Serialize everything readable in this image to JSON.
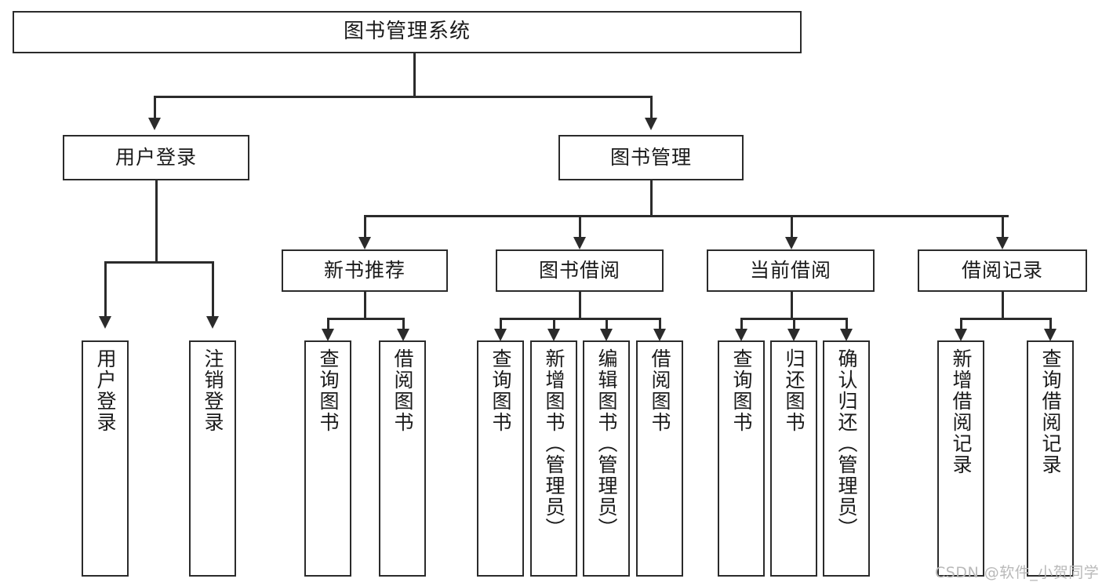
{
  "diagram": {
    "type": "tree-hierarchy-flowchart",
    "title": "图书管理系统",
    "root": {
      "id": "root",
      "label": "图书管理系统"
    },
    "level2": [
      {
        "id": "user-login",
        "label": "用户登录"
      },
      {
        "id": "book-management",
        "label": "图书管理"
      }
    ],
    "level3": [
      {
        "id": "new-book-recommend",
        "label": "新书推荐",
        "parent": "book-management"
      },
      {
        "id": "book-borrow",
        "label": "图书借阅",
        "parent": "book-management"
      },
      {
        "id": "current-borrow",
        "label": "当前借阅",
        "parent": "book-management"
      },
      {
        "id": "borrow-record",
        "label": "借阅记录",
        "parent": "book-management"
      }
    ],
    "leaves": {
      "user_login": [
        {
          "id": "leaf-user-login",
          "label": "用户登录"
        },
        {
          "id": "leaf-logout",
          "label": "注销登录"
        }
      ],
      "new_book_recommend": [
        {
          "id": "leaf-query-book-1",
          "label": "查询图书"
        },
        {
          "id": "leaf-borrow-book-1",
          "label": "借阅图书"
        }
      ],
      "book_borrow": [
        {
          "id": "leaf-query-book-2",
          "label": "查询图书"
        },
        {
          "id": "leaf-add-book",
          "label": "新增图书（管理员）"
        },
        {
          "id": "leaf-edit-book",
          "label": "编辑图书（管理员）"
        },
        {
          "id": "leaf-borrow-book-2",
          "label": "借阅图书"
        }
      ],
      "current_borrow": [
        {
          "id": "leaf-query-book-3",
          "label": "查询图书"
        },
        {
          "id": "leaf-return-book",
          "label": "归还图书"
        },
        {
          "id": "leaf-confirm-return",
          "label": "确认归还（管理员）"
        }
      ],
      "borrow_record": [
        {
          "id": "leaf-add-record",
          "label": "新增借阅记录"
        },
        {
          "id": "leaf-query-record",
          "label": "查询借阅记录"
        }
      ]
    }
  },
  "watermark": {
    "text": "CSDN @软件_小贺同学"
  },
  "colors": {
    "stroke": "#2b2b2b",
    "fill": "#ffffff",
    "text": "#1a1a1a",
    "watermark": "#b9b9b9"
  }
}
